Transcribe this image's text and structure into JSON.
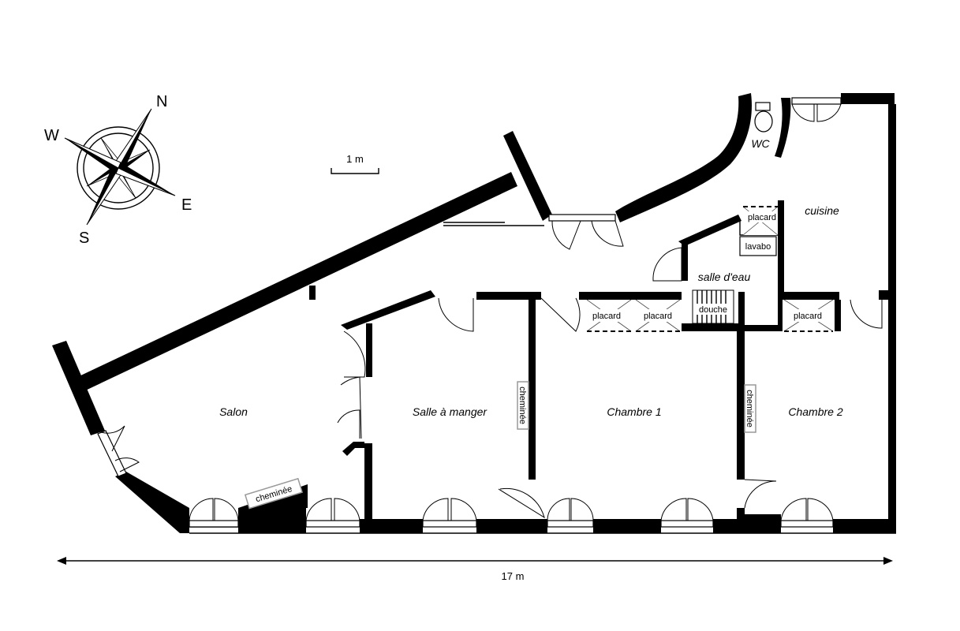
{
  "compass": {
    "north": "N",
    "south": "S",
    "east": "E",
    "west": "W"
  },
  "scale_bar": {
    "label": "1 m"
  },
  "dimension": {
    "total_width": "17 m"
  },
  "rooms": {
    "salon": "Salon",
    "salle_a_manger": "Salle à manger",
    "chambre_1": "Chambre 1",
    "chambre_2": "Chambre 2",
    "cuisine": "cuisine",
    "salle_deau": "salle d'eau",
    "wc": "WC"
  },
  "fixtures": {
    "cheminee_salon": "cheminée",
    "cheminee_sam": "cheminée",
    "cheminee_ch2": "cheminée",
    "placard_1": "placard",
    "placard_2": "placard",
    "placard_3": "placard",
    "placard_kitchen": "placard",
    "lavabo": "lavabo",
    "douche": "douche"
  }
}
